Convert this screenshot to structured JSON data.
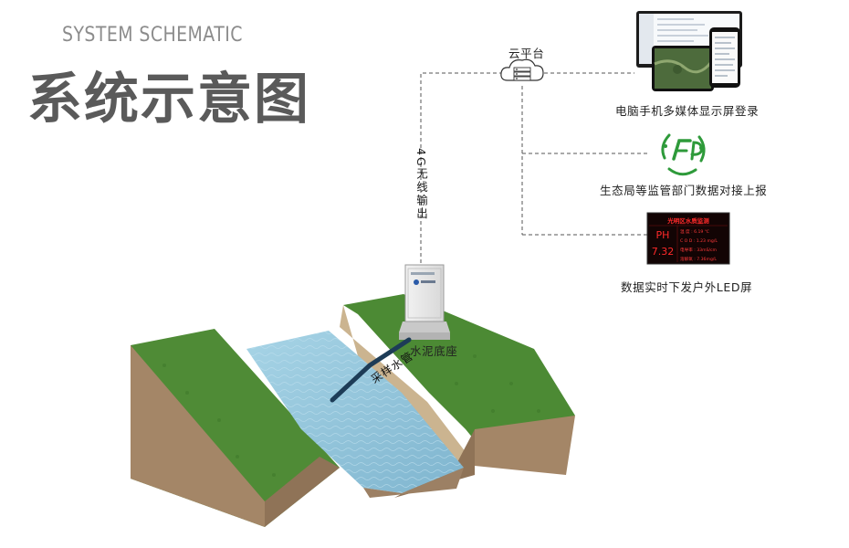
{
  "header": {
    "subtitle": "SYSTEM SCHEMATIC",
    "title": "系统示意图"
  },
  "diagram": {
    "cloud_label": "云平台",
    "link_label": "4G无线输出",
    "device_label_1": "电脑手机多媒体显示屏登录",
    "device_label_2": "生态局等监管部门数据对接上报",
    "device_label_3": "数据实时下发户外LED屏",
    "base_label": "水泥底座",
    "pipe_label": "采样水管"
  },
  "led_screen": {
    "title": "光明区水质监测",
    "param_name": "PH",
    "param_value": "7.32",
    "line1": "温 度 : 6.19 ℃",
    "line2": "C O D : 1.23 mg/L",
    "line3": "电导率 : 33mS/cm",
    "line4": "溶解氧 : 7.36mg/L"
  },
  "colors": {
    "grass": "#4e8a36",
    "earth": "#a48667",
    "water": "#8fc4dc",
    "led_red": "#e01818",
    "logo_green": "#2e9a3a"
  }
}
